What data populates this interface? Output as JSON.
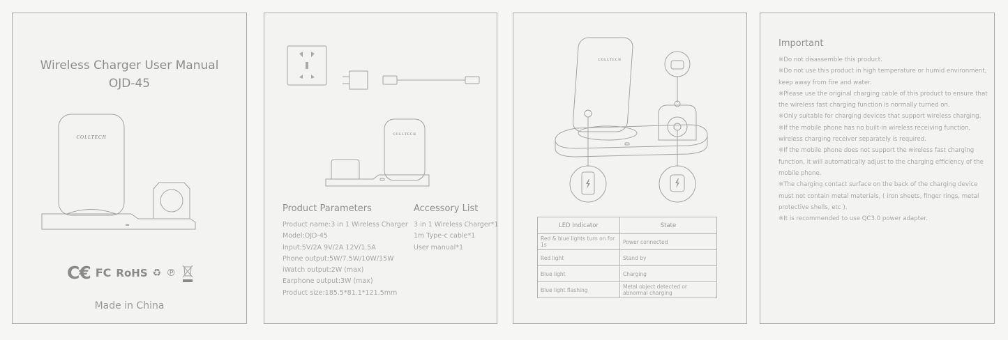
{
  "cover": {
    "title_line1": "Wireless Charger User Manual",
    "title_line2": "OJD-45",
    "brand": "COLLTECH",
    "certifications": [
      "CE",
      "FC",
      "RoHS",
      "recycle-icon",
      "pp-icon",
      "weee-bin-icon"
    ],
    "cert_labels": {
      "ce": "C€",
      "fc": "FC",
      "rohs": "RoHS",
      "recycle": "♻",
      "pp": "℗",
      "bin": "🗑"
    },
    "made_in": "Made in China"
  },
  "specs": {
    "illustrations": [
      "wall-socket-icon",
      "power-adapter-icon",
      "usb-c-cable-icon",
      "charger-side-view"
    ],
    "brand": "COLLTECH",
    "parameters_heading": "Product Parameters",
    "parameters": [
      "Product name:3 in 1 Wireless Charger",
      "Model:OJD-45",
      "Input:5V/2A 9V/2A 12V/1.5A",
      "Phone output:5W/7.5W/10W/15W",
      "iWatch output:2W (max)",
      "Earphone output:3W (max)",
      "Product size:185.5*81.1*121.5mm"
    ],
    "accessory_heading": "Accessory List",
    "accessories": [
      "3 in 1 Wireless Charger*1",
      "1m Type-c cable*1",
      "User manual*1"
    ]
  },
  "usage": {
    "brand": "COLLTECH",
    "callouts": [
      "earbuds-case-icon",
      "phone-charging-icon",
      "watch-charging-icon"
    ],
    "led_table": {
      "headers": [
        "LED Indicator",
        "State"
      ],
      "rows": [
        [
          "Red & blue lights turn on for 1s",
          "Power connected"
        ],
        [
          "Red light",
          "Stand by"
        ],
        [
          "Blue light",
          "Charging"
        ],
        [
          "Blue light flashing",
          "Metal object detected or abnormal charging"
        ]
      ]
    }
  },
  "important": {
    "heading": "Important",
    "items": [
      "※Do not disassemble this product.",
      "※Do not use this product in high temperature or humid environment, keep away from fire and water.",
      "※Please use the original charging cable of this product to ensure that the wireless fast charging function is normally turned on.",
      "※Only suitable for charging devices that support wireless charging.",
      "※If the mobile phone has no built-in wireless receiving function, wireless charging receiver separately is required.",
      "※If the mobile phone does not support the wireless fast charging function, it will automatically adjust to the charging efficiency of the mobile phone.",
      "※The charging contact surface on the back of the charging device must not contain metal materials, ( iron sheets, finger rings, metal protective shells, etc ).",
      "※It is recommended to use QC3.0 power adapter."
    ]
  }
}
